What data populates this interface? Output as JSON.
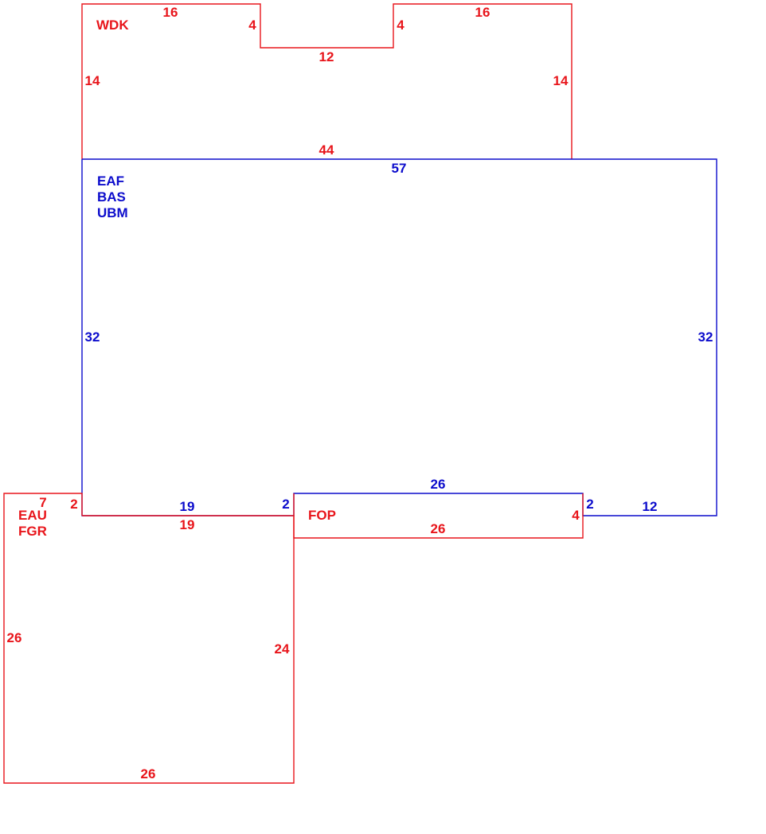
{
  "colors": {
    "red": "#e8151b",
    "blue": "#0c0ccc",
    "background": "#ffffff"
  },
  "wdk": {
    "name": "WDK",
    "dims": {
      "top_left": "16",
      "notch_left": "4",
      "notch_bottom": "12",
      "notch_right": "4",
      "top_right": "16",
      "left": "14",
      "right": "14",
      "bottom": "44"
    }
  },
  "main": {
    "codes": [
      "EAF",
      "BAS",
      "UBM"
    ],
    "dims": {
      "top": "57",
      "left": "32",
      "right": "32",
      "bottom_left": "19",
      "step_left": "2",
      "step_top": "26",
      "step_right": "2",
      "bottom_right": "12"
    }
  },
  "fop": {
    "name": "FOP",
    "dims": {
      "bottom": "26",
      "right": "4"
    }
  },
  "eau": {
    "codes": [
      "EAU",
      "FGR"
    ],
    "dims": {
      "top": "7",
      "top_right": "2",
      "top_inner": "19",
      "left": "26",
      "right": "24",
      "bottom": "26"
    }
  }
}
